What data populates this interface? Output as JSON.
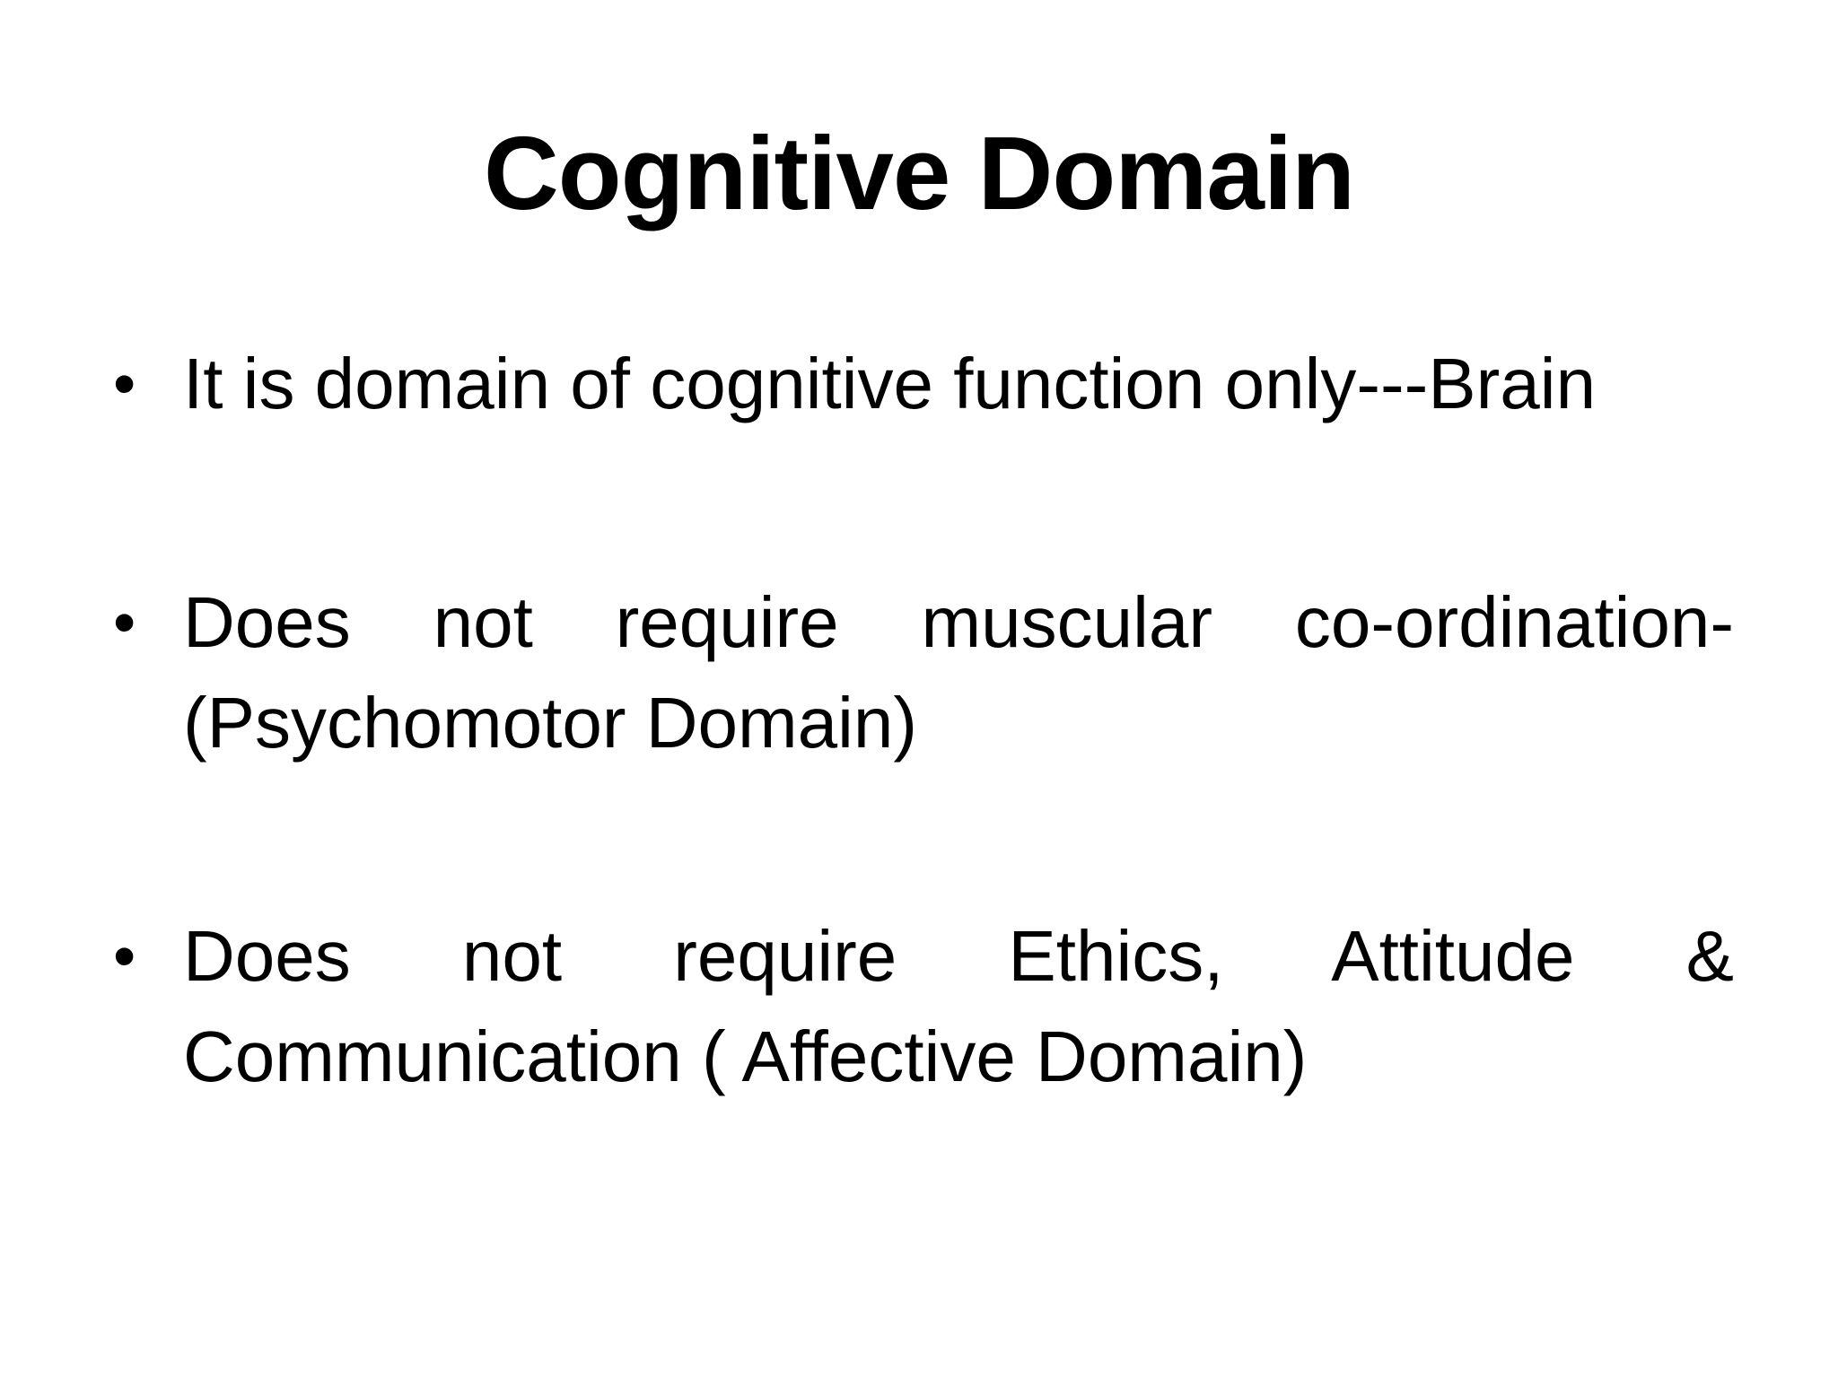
{
  "slide": {
    "title": "Cognitive Domain",
    "bullets": [
      {
        "text": "It is domain of cognitive function only---Brain"
      },
      {
        "text": "Does not require muscular co-ordination- (Psychomotor Domain)"
      },
      {
        "text": "Does not require Ethics, Attitude & Communication ( Affective Domain)"
      }
    ],
    "bullet_symbol": "•"
  }
}
